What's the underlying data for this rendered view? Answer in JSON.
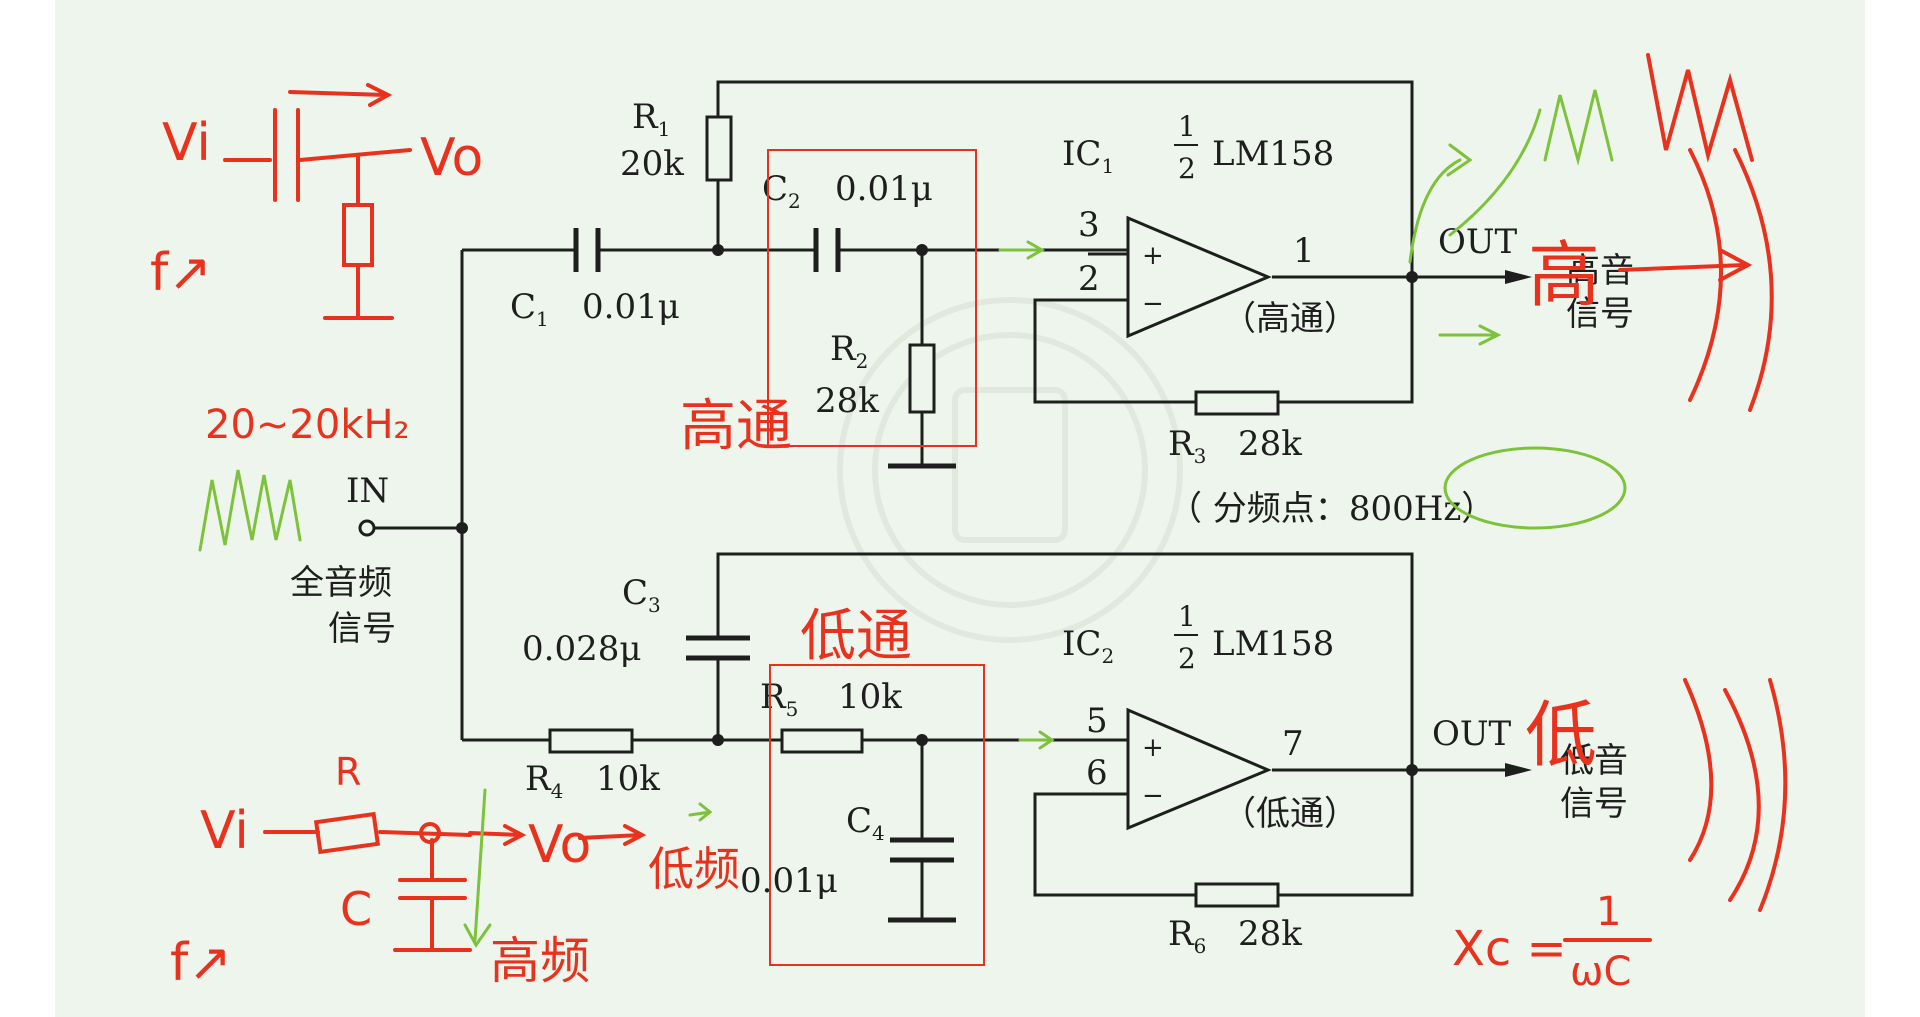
{
  "diagram": {
    "components": {
      "r1": {
        "name": "R",
        "sub": "1",
        "value": "20k"
      },
      "c2": {
        "name": "C",
        "sub": "2",
        "value": "0.01μ"
      },
      "c1": {
        "name": "C",
        "sub": "1",
        "value": "0.01μ"
      },
      "r2": {
        "name": "R",
        "sub": "2",
        "value": "28k"
      },
      "r3": {
        "name": "R",
        "sub": "3",
        "value": "28k"
      },
      "c3": {
        "name": "C",
        "sub": "3",
        "value": "0.028μ"
      },
      "r5": {
        "name": "R",
        "sub": "5",
        "value": "10k"
      },
      "r4": {
        "name": "R",
        "sub": "4",
        "value": "10k"
      },
      "c4": {
        "name": "C",
        "sub": "4",
        "value": "0.01μ"
      },
      "r6": {
        "name": "R",
        "sub": "6",
        "value": "28k"
      }
    },
    "ic1": {
      "name": "IC",
      "sub": "1",
      "frac_num": "1",
      "frac_den": "2",
      "part": "LM158",
      "pin_plus": "3",
      "pin_minus": "2",
      "pin_out": "1",
      "mode": "（高通）"
    },
    "ic2": {
      "name": "IC",
      "sub": "2",
      "frac_num": "1",
      "frac_den": "2",
      "part": "LM158",
      "pin_plus": "5",
      "pin_minus": "6",
      "pin_out": "7",
      "mode": "（低通）"
    },
    "input": {
      "label": "IN",
      "desc_line1": "全音频",
      "desc_line2": "信号"
    },
    "out_high": {
      "label": "OUT",
      "line1": "高音",
      "line2": "信号"
    },
    "out_low": {
      "label": "OUT",
      "line1": "低音",
      "line2": "信号"
    },
    "crossover": {
      "prefix": "（ 分频点：",
      "value": "800Hz",
      "suffix": "）"
    }
  },
  "annotations": {
    "vi_top": "Vi",
    "vo_top": "Vo",
    "f_top": "f↗",
    "range": "20~20kH₂",
    "high_pass_note": "高通",
    "low_pass_note": "低通",
    "high_mark": "高",
    "low_mark": "低",
    "vi_bottom": "Vi",
    "r_label": "R",
    "c_label": "C",
    "vo_bottom": "Vo",
    "low_freq_note": "低频",
    "high_freq_note": "高频",
    "f_bottom": "f↗",
    "xc_lhs": "Xc =",
    "xc_num": "1",
    "xc_den": "ωC"
  }
}
